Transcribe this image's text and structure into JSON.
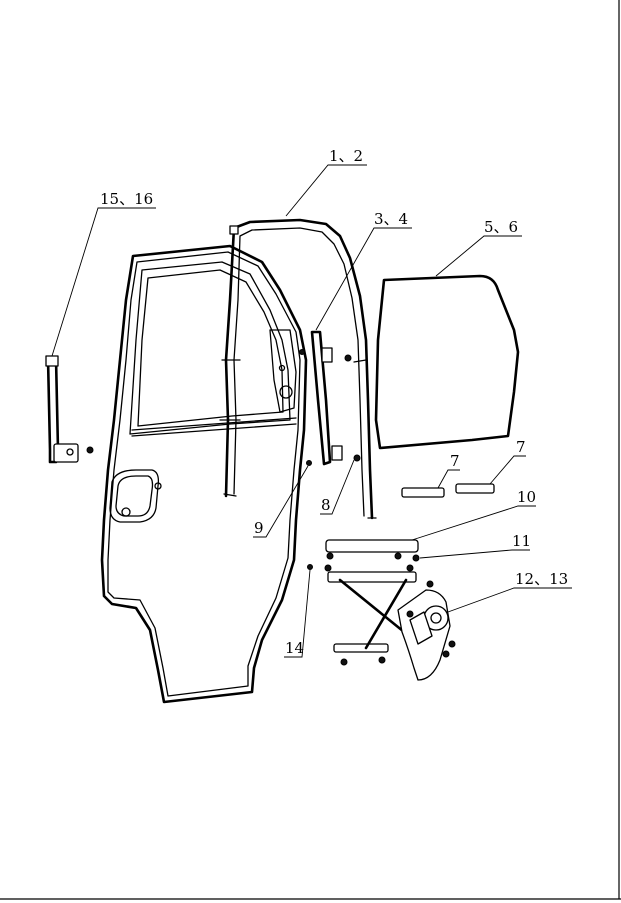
{
  "callouts": {
    "c1_2": "1、2",
    "c3_4": "3、4",
    "c5_6": "5、6",
    "c7a": "7",
    "c7b": "7",
    "c8": "8",
    "c9": "9",
    "c10": "10",
    "c11": "11",
    "c12_13": "12、13",
    "c14": "14",
    "c15_16": "15、16"
  }
}
